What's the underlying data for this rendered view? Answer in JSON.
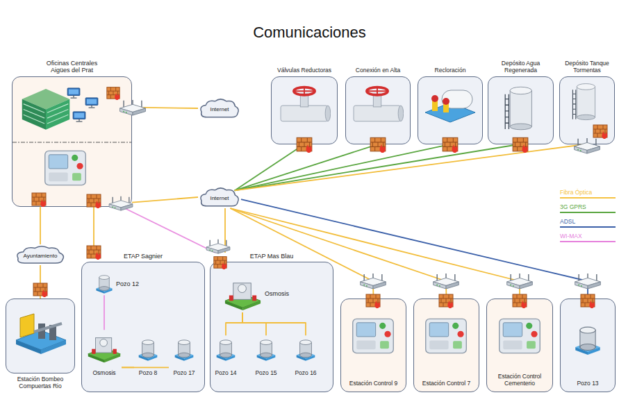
{
  "diagram": {
    "title": "Comunicaciones",
    "nodes": [
      {
        "text": [
          "Oficinas Centrales Aigües del Prat"
        ]
      },
      {
        "text": [
          "Internet"
        ]
      },
      {
        "text": [
          "Internet"
        ]
      },
      {
        "text": [
          "Válvulas Reductoras"
        ]
      },
      {
        "text": [
          "Conexión en Alta"
        ]
      },
      {
        "text": [
          "Recloración"
        ]
      },
      {
        "text": [
          "Depósito Agua Regenerada"
        ]
      },
      {
        "text": [
          "Depósito Tanque Tormentas"
        ]
      },
      {
        "text": [
          "Ayuntamiento"
        ]
      },
      {
        "text": [
          "Estación Bombeo Compuertas Rio"
        ]
      },
      {
        "text": [
          "ETAP Sagnier"
        ]
      },
      {
        "text": [
          "Pozo 12"
        ],
        "in": 10
      },
      {
        "text": [
          "Osmosis"
        ],
        "in": 10
      },
      {
        "text": [
          "Pozo 8"
        ],
        "in": 10
      },
      {
        "text": [
          "Pozo 17"
        ],
        "in": 10
      },
      {
        "text": [
          "ETAP Mas Blau"
        ]
      },
      {
        "text": [
          "Osmosis"
        ],
        "in": 15
      },
      {
        "text": [
          "Pozo 14"
        ],
        "in": 15
      },
      {
        "text": [
          "Pozo 15"
        ],
        "in": 15
      },
      {
        "text": [
          "Pozo 16"
        ],
        "in": 15
      },
      {
        "text": [
          "Estación Control 9"
        ]
      },
      {
        "text": [
          "Estación Control 7"
        ]
      },
      {
        "text": [
          "Estación Control Cementerio"
        ]
      },
      {
        "text": [
          "Pozo 13"
        ]
      }
    ],
    "edges": [
      {
        "from": 0,
        "to": 1,
        "arrow": "none"
      },
      {
        "from": 0,
        "to": 2,
        "arrow": "none"
      },
      {
        "from": 0,
        "to": 8,
        "arrow": "none"
      },
      {
        "from": 8,
        "to": 9,
        "arrow": "none"
      },
      {
        "from": 0,
        "to": 10,
        "arrow": "none"
      },
      {
        "from": 0,
        "to": 15,
        "arrow": "none"
      },
      {
        "from": 2,
        "to": 3,
        "arrow": "none"
      },
      {
        "from": 2,
        "to": 4,
        "arrow": "none"
      },
      {
        "from": 2,
        "to": 5,
        "arrow": "none"
      },
      {
        "from": 2,
        "to": 6,
        "arrow": "none"
      },
      {
        "from": 2,
        "to": 7,
        "arrow": "none"
      },
      {
        "from": 2,
        "to": 15,
        "arrow": "none"
      },
      {
        "from": 2,
        "to": 20,
        "arrow": "none"
      },
      {
        "from": 2,
        "to": 21,
        "arrow": "none"
      },
      {
        "from": 2,
        "to": 22,
        "arrow": "none"
      },
      {
        "from": 2,
        "to": 23,
        "arrow": "none"
      },
      {
        "from": 11,
        "to": 12,
        "arrow": "none"
      },
      {
        "from": 12,
        "to": 13,
        "arrow": "none"
      },
      {
        "from": 12,
        "to": 14,
        "arrow": "none"
      },
      {
        "from": 16,
        "to": 17,
        "arrow": "none"
      },
      {
        "from": 16,
        "to": 18,
        "arrow": "none"
      },
      {
        "from": 16,
        "to": 19,
        "arrow": "none"
      }
    ],
    "legend": [
      {
        "text": "Fibra Óptica",
        "color": "#f5c242"
      },
      {
        "text": "3G GPRS",
        "color": "#5aa640"
      },
      {
        "text": "ADSL",
        "color": "#3a5fa8"
      },
      {
        "text": "WI-MAX",
        "color": "#e580dc"
      }
    ]
  }
}
